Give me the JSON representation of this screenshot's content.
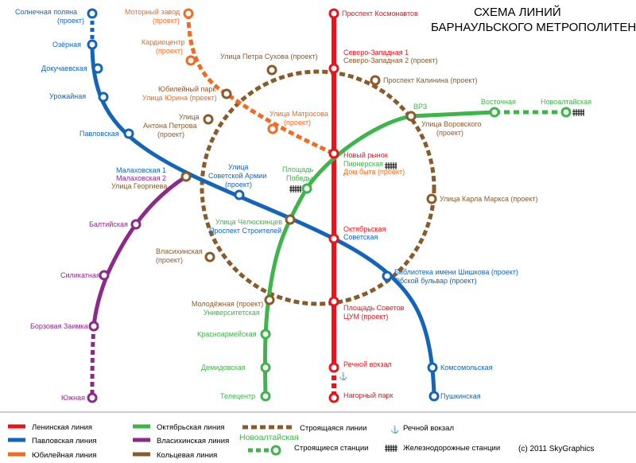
{
  "title": {
    "line1": "СХЕМА ЛИНИЙ",
    "line2": "БАРНАУЛЬСКОГО МЕТРОПОЛИТЕНА"
  },
  "colors": {
    "lenin": "#e8141b",
    "pavlov": "#1465b8",
    "yubiley": "#f26b21",
    "october": "#3db54a",
    "vlasikha": "#8b2a8b",
    "ring": "#8a5a2b",
    "label_dark": "#000000"
  },
  "stations": {
    "prospekt_kosmonavtov": "Проспект Космонавтов",
    "severo_zap_1": "Северо-Западная 1",
    "severo_zap_2": "Северо-Западная 2 (проект)",
    "prospekt_kalinina": "Проспект Калинина (проект)",
    "novy_rynok": "Новый рынок",
    "pionerskaya": "Пионерская",
    "dom_byta": "Дом быта (проект)",
    "oktyabrskaya": "Октябрьская",
    "sovetskaya": "Советская",
    "ploshchad_sovetov": "Площадь Советов",
    "tsum": "ЦУМ (проект)",
    "rechnoy_vokzal": "Речной вокзал",
    "nagorny_park": "Нагорный парк",
    "solnechnaya_1": "Солнечная поляна",
    "solnechnaya_2": "(проект)",
    "ozernaya": "Озёрная",
    "dokuchaevskaya": "Докучаевская",
    "urozhaynaya": "Урожайная",
    "pavlovskaya": "Павловская",
    "malakhovskaya_1": "Малаховская 1",
    "malakhovskaya_2": "Малаховская 2",
    "georgieva": "Улица Георгиева",
    "sov_armii_1": "Улица",
    "sov_armii_2": "Советской Армии",
    "sov_armii_3": "(проект)",
    "chelyuskintsev": "Улица Челюскинцев",
    "prospekt_stroiteley": "Проспект Строителей",
    "biblioteka": "Библиотека имени Шишкова (проект)",
    "obskoy": "Обской бульвар (проект)",
    "komsomolskaya": "Комсомольская",
    "pushkinskaya": "Пушкинская",
    "motorny_1": "Моторный завод",
    "motorny_2": "(проект)",
    "kardio_1": "Кардиоцентр",
    "kardio_2": "(проект)",
    "yubileyny_park": "Юбилейный парк",
    "yurina": "Улица Юрина (проект)",
    "matrosova_1": "Улица Матросова",
    "matrosova_2": "(проект)",
    "novoaltayskaya": "Новоалтайская",
    "vostochnaya": "Восточная",
    "vrz": "ВРЗ",
    "vorovskogo_1": "Улица Воровского",
    "vorovskogo_2": "(проект)",
    "pobedy_1": "Площадь",
    "pobedy_2": "Победы",
    "universitetskaya": "Университетская",
    "molodezhnaya": "Молодёжная (проект)",
    "krasnoarmeyskaya": "Красноармейская",
    "demidovskaya": "Демидовская",
    "teletsentr": "Телецентр",
    "baltiyskaya": "Балтийская",
    "silikatnaya": "Силикатная",
    "borzovaya": "Борзовая Заимка",
    "yuzhnaya": "Южная",
    "petra_sukhova": "Улица Петра Сухова (проект)",
    "petrova_1": "Улица",
    "petrova_2": "Антона Петрова",
    "petrova_3": "(проект)",
    "karla_marksa": "Улица Карла Маркса (проект)",
    "vlasikhinskaya_1": "Власихинская",
    "vlasikhinskaya_2": "(проект)"
  },
  "legend": {
    "lenin": "Ленинская линия",
    "pavlov": "Павловская линия",
    "yubiley": "Юбилейная линия",
    "october": "Октябрьская линия",
    "vlasikha": "Власихинская линия",
    "ring": "Кольцевая линия",
    "novoaltayskaya": "Новоалтайская",
    "building_lines": "Строящаяся линии",
    "building_stations": "Строящиеся станции",
    "river_station": "Речной вокзал",
    "railway_stations": "Железнодорожные станции",
    "anchor_icon": "anchor-icon",
    "railway_icon": "railway-station-icon"
  },
  "copyright": "(c) 2011 SkyGraphics"
}
